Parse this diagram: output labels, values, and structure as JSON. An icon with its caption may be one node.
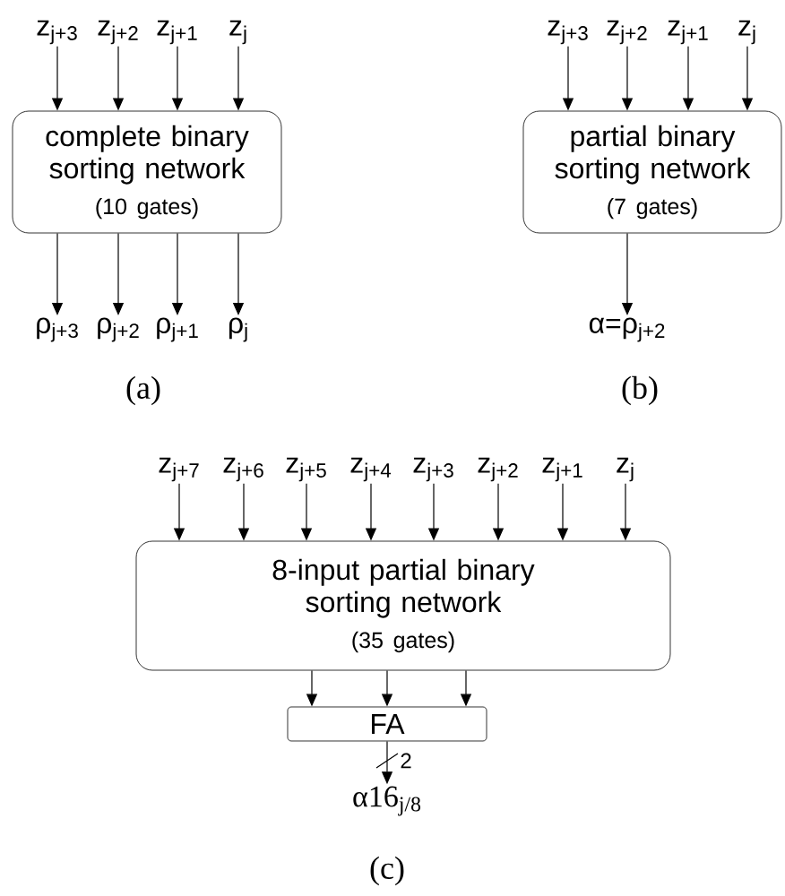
{
  "diagram": {
    "nodes": [
      {
        "text": [
          "z$_{j+3}$"
        ]
      },
      {
        "text": [
          "z$_{j+2}$"
        ]
      },
      {
        "text": [
          "z$_{j+1}$"
        ]
      },
      {
        "text": [
          "z$_{j}$"
        ]
      },
      {
        "text": [
          "complete binary sorting network",
          "(10 gates)"
        ]
      },
      {
        "text": [
          "ρ$_{j+3}$"
        ]
      },
      {
        "text": [
          "ρ$_{j+2}$"
        ]
      },
      {
        "text": [
          "ρ$_{j+1}$"
        ]
      },
      {
        "text": [
          "ρ$_{j}$"
        ]
      },
      {
        "text": [
          "z$_{j+3}$"
        ]
      },
      {
        "text": [
          "z$_{j+2}$"
        ]
      },
      {
        "text": [
          "z$_{j+1}$"
        ]
      },
      {
        "text": [
          "z$_{j}$"
        ]
      },
      {
        "text": [
          "partial binary sorting network",
          "(7 gates)"
        ]
      },
      {
        "text": [
          "α=ρ$_{j+2}$"
        ]
      },
      {
        "text": [
          "z$_{j+7}$"
        ]
      },
      {
        "text": [
          "z$_{j+6}$"
        ]
      },
      {
        "text": [
          "z$_{j+5}$"
        ]
      },
      {
        "text": [
          "z$_{j+4}$"
        ]
      },
      {
        "text": [
          "z$_{j+3}$"
        ]
      },
      {
        "text": [
          "z$_{j+2}$"
        ]
      },
      {
        "text": [
          "z$_{j+1}$"
        ]
      },
      {
        "text": [
          "z$_{j}$"
        ]
      },
      {
        "text": [
          "8-input partial binary sorting network",
          "(35 gates)"
        ]
      },
      {
        "text": [
          "FA"
        ]
      },
      {
        "text": [
          "α16$_{j/8}$"
        ]
      }
    ],
    "edges": [
      {
        "from": 0,
        "to": 4,
        "arrow": "to"
      },
      {
        "from": 1,
        "to": 4,
        "arrow": "to"
      },
      {
        "from": 2,
        "to": 4,
        "arrow": "to"
      },
      {
        "from": 3,
        "to": 4,
        "arrow": "to"
      },
      {
        "from": 4,
        "to": 5,
        "arrow": "to"
      },
      {
        "from": 4,
        "to": 6,
        "arrow": "to"
      },
      {
        "from": 4,
        "to": 7,
        "arrow": "to"
      },
      {
        "from": 4,
        "to": 8,
        "arrow": "to"
      },
      {
        "from": 9,
        "to": 13,
        "arrow": "to"
      },
      {
        "from": 10,
        "to": 13,
        "arrow": "to"
      },
      {
        "from": 11,
        "to": 13,
        "arrow": "to"
      },
      {
        "from": 12,
        "to": 13,
        "arrow": "to"
      },
      {
        "from": 13,
        "to": 14,
        "arrow": "to"
      },
      {
        "from": 15,
        "to": 23,
        "arrow": "to"
      },
      {
        "from": 16,
        "to": 23,
        "arrow": "to"
      },
      {
        "from": 17,
        "to": 23,
        "arrow": "to"
      },
      {
        "from": 18,
        "to": 23,
        "arrow": "to"
      },
      {
        "from": 19,
        "to": 23,
        "arrow": "to"
      },
      {
        "from": 20,
        "to": 23,
        "arrow": "to"
      },
      {
        "from": 21,
        "to": 23,
        "arrow": "to"
      },
      {
        "from": 22,
        "to": 23,
        "arrow": "to"
      },
      {
        "from": 23,
        "to": 24,
        "arrow": "to"
      },
      {
        "from": 23,
        "to": 24,
        "arrow": "to"
      },
      {
        "from": 23,
        "to": 24,
        "arrow": "to"
      },
      {
        "from": 24,
        "to": 25,
        "arrow": "to",
        "label": "2"
      }
    ],
    "labels": [
      "(a)",
      "(b)",
      "(c)"
    ]
  }
}
